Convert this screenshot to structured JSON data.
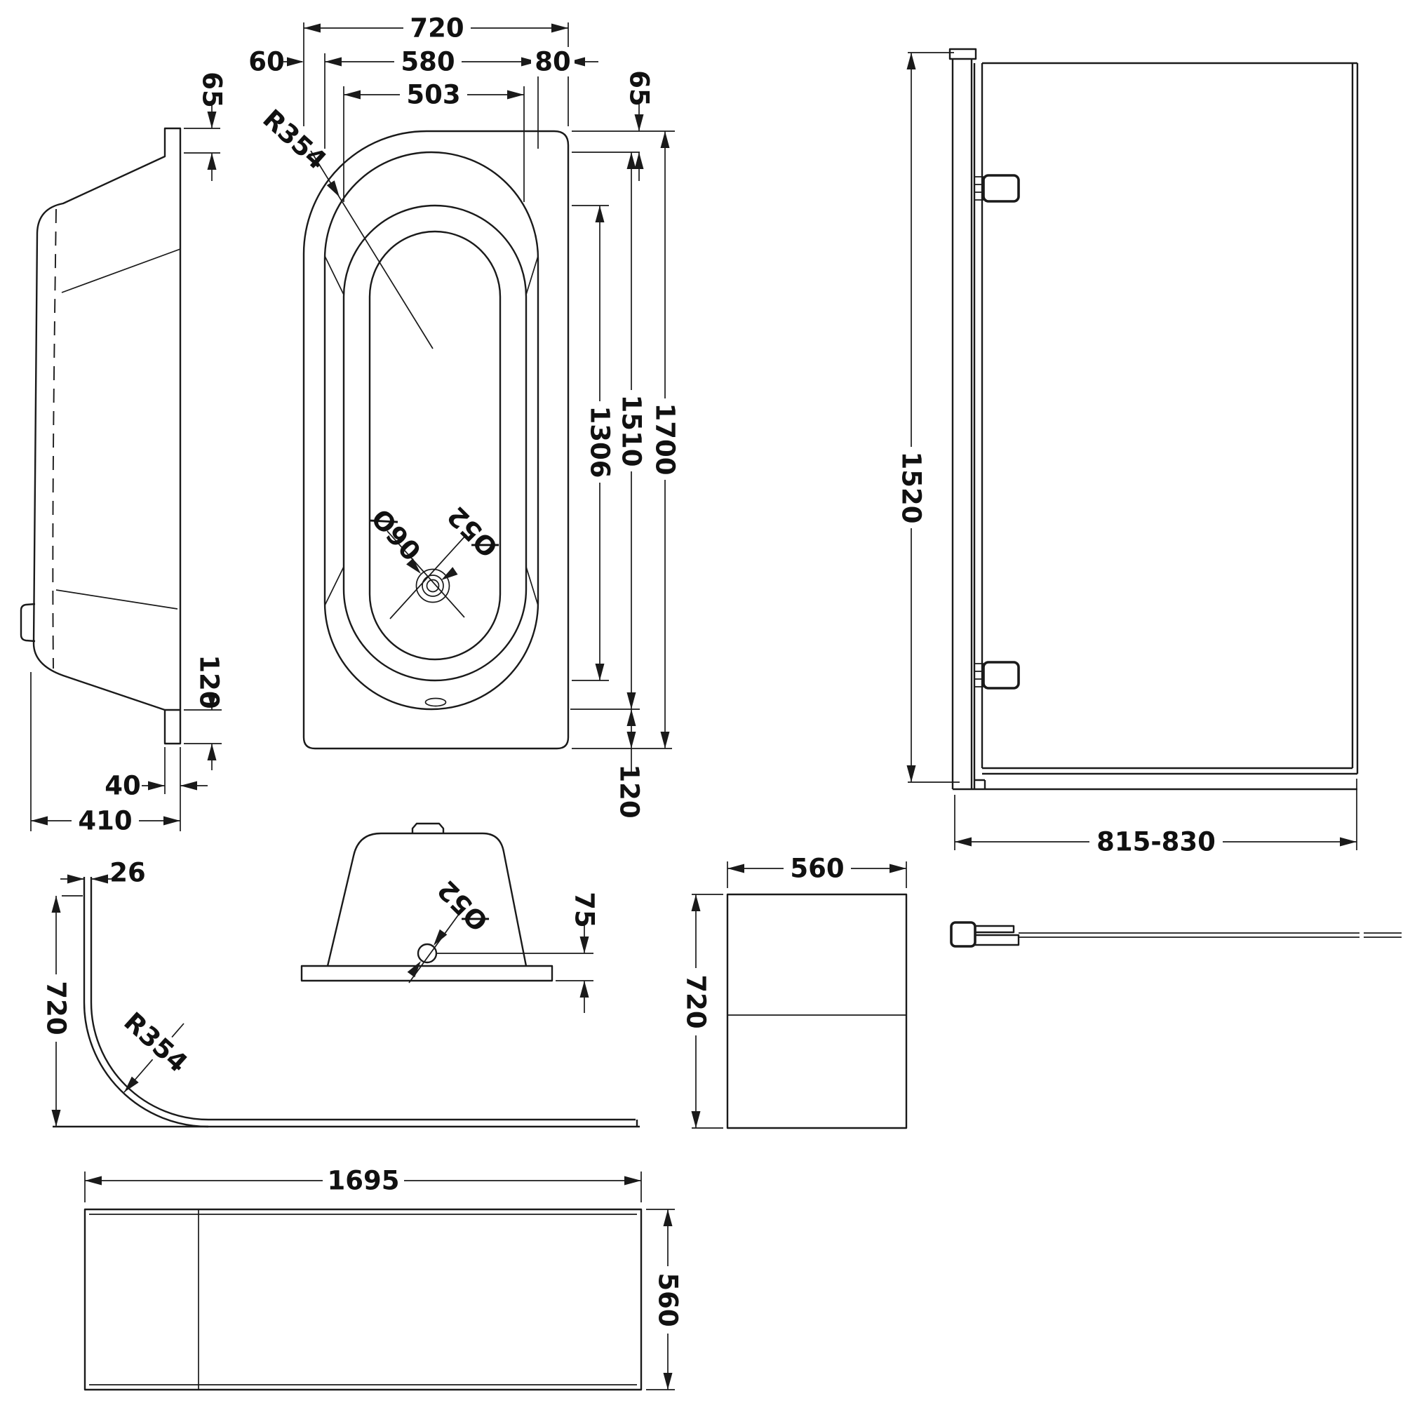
{
  "drawing": {
    "type": "bath-technical-drawing",
    "line_color": "#1a1a1a",
    "background_color": "#ffffff"
  },
  "side_view": {
    "rim_drop": "65",
    "foot_height": "120",
    "foot_width": "40",
    "overall_depth": "410"
  },
  "plan_view": {
    "overall_width": "720",
    "rim_left": "60",
    "inner_width": "580",
    "rim_right": "80",
    "basin_width": "503",
    "corner_radius": "R354",
    "rim_top": "65",
    "floor_length": "1306",
    "inner_length": "1510",
    "overall_length": "1700",
    "rim_bottom": "120",
    "waste_diameter": "Ø90",
    "overflow_diameter": "Ø52"
  },
  "screen_front_view": {
    "height": "1520",
    "width_range": "815-830"
  },
  "panel_curve_view": {
    "thickness": "26",
    "width": "720",
    "corner_radius": "R354"
  },
  "end_section_view": {
    "overflow_diameter": "Ø52",
    "overflow_height": "75"
  },
  "end_panel_view": {
    "width": "560",
    "height": "720"
  },
  "front_panel_view": {
    "length": "1695",
    "height": "560"
  }
}
